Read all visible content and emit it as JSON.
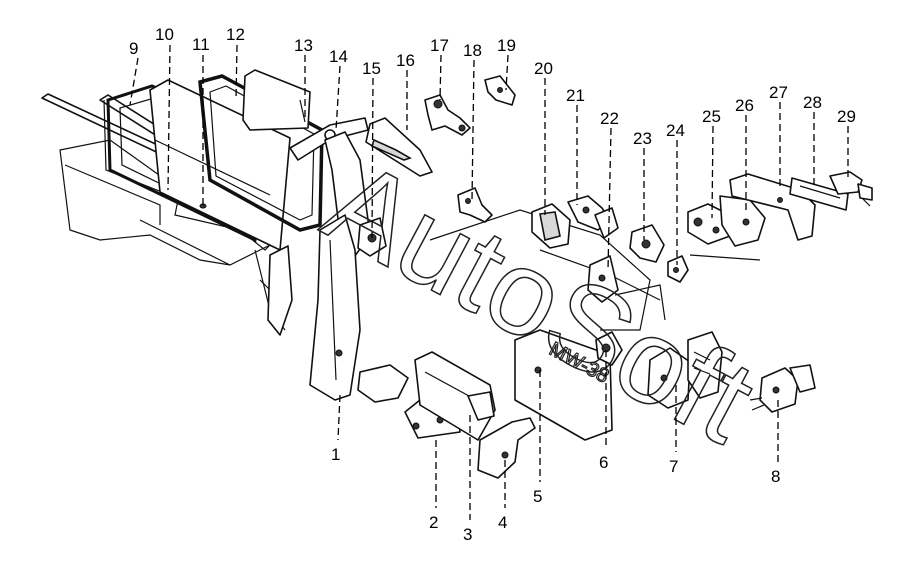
{
  "watermark": {
    "text": "AutoSoft",
    "badge": "MW-38"
  },
  "callouts": [
    "1",
    "2",
    "3",
    "4",
    "5",
    "6",
    "7",
    "8",
    "9",
    "10",
    "11",
    "12",
    "13",
    "14",
    "15",
    "16",
    "17",
    "18",
    "19",
    "20",
    "21",
    "22",
    "23",
    "24",
    "25",
    "26",
    "27",
    "28",
    "29"
  ]
}
